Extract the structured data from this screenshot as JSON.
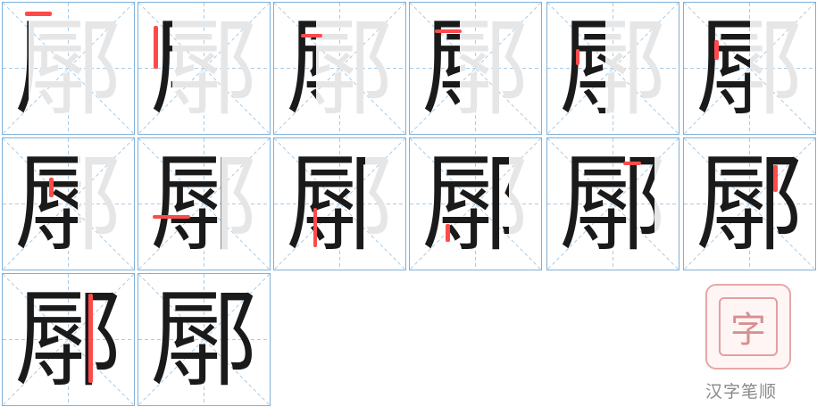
{
  "character": "鄏",
  "steps": [
    {
      "index": 1
    },
    {
      "index": 2
    },
    {
      "index": 3
    },
    {
      "index": 4
    },
    {
      "index": 5
    },
    {
      "index": 6
    },
    {
      "index": 7
    },
    {
      "index": 8
    },
    {
      "index": 9
    },
    {
      "index": 10
    },
    {
      "index": 11
    },
    {
      "index": 12
    },
    {
      "index": 13
    },
    {
      "index": 14
    }
  ],
  "stamp": {
    "glyph": "字",
    "logo_text": "字"
  },
  "site_label": "汉字笔顺",
  "colors": {
    "grid_border": "#7fb0d9",
    "guide": "#a9cbe6",
    "highlight": "#ff4a4a",
    "stroke": "#1a1a1a",
    "ghost": "#e6e6e6"
  }
}
